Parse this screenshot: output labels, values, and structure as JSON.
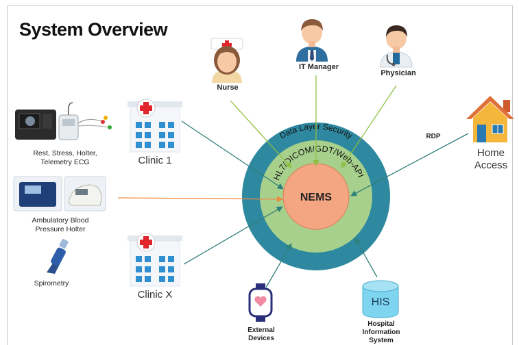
{
  "title": "System Overview",
  "center": {
    "core": "NEMS",
    "middle_ring": "HL7/DICOM/GDT/Web-API",
    "outer_ring": "Data Layer Security"
  },
  "nodes": {
    "nurse": "Nurse",
    "it_manager": "IT Manager",
    "physician": "Physician",
    "home_access": [
      "Home",
      "Access"
    ],
    "rdp": "RDP",
    "clinic_1": "Clinic 1",
    "clinic_x": "Clinic X",
    "ecg": [
      "Rest, Stress, Holter,",
      "Telemetry ECG"
    ],
    "bp": [
      "Ambulatory Blood",
      "Pressure Holter"
    ],
    "spirometry": "Spirometry",
    "external_devices": [
      "External",
      "Devices"
    ],
    "his_icon": "HIS",
    "his": [
      "Hospital",
      "Information",
      "System"
    ]
  },
  "colors": {
    "outer_ring": "#2e89a0",
    "middle_ring": "#a8d08d",
    "core": "#f4a582",
    "arrow_green": "#8fbf3f",
    "arrow_teal": "#2f7f7a",
    "arrow_orange": "#f08a40"
  }
}
